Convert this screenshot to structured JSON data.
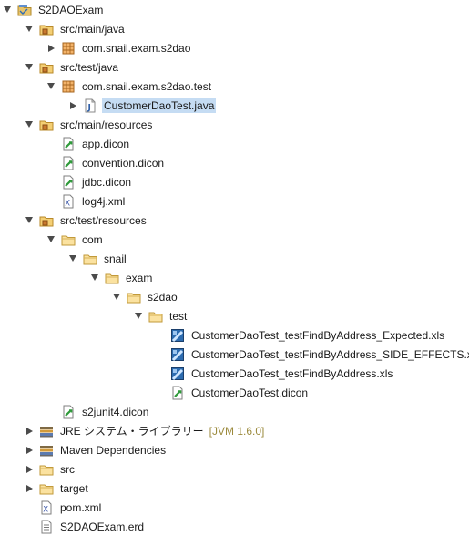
{
  "tree": [
    {
      "label": "S2DAOExam",
      "icon": "project-icon",
      "twisty": "expanded"
    },
    {
      "label": "src/main/java",
      "icon": "source-folder-icon",
      "twisty": "expanded"
    },
    {
      "label": "com.snail.exam.s2dao",
      "icon": "package-icon",
      "twisty": "collapsed"
    },
    {
      "label": "src/test/java",
      "icon": "source-folder-icon",
      "twisty": "expanded"
    },
    {
      "label": "com.snail.exam.s2dao.test",
      "icon": "package-icon",
      "twisty": "expanded"
    },
    {
      "label": "CustomerDaoTest.java",
      "icon": "java-file-icon",
      "twisty": "collapsed",
      "selected": true
    },
    {
      "label": "src/main/resources",
      "icon": "source-folder-icon",
      "twisty": "expanded"
    },
    {
      "label": "app.dicon",
      "icon": "dicon-file-icon",
      "twisty": "none"
    },
    {
      "label": "convention.dicon",
      "icon": "dicon-file-icon",
      "twisty": "none"
    },
    {
      "label": "jdbc.dicon",
      "icon": "dicon-file-icon",
      "twisty": "none"
    },
    {
      "label": "log4j.xml",
      "icon": "xml-file-icon",
      "twisty": "none"
    },
    {
      "label": "src/test/resources",
      "icon": "source-folder-icon",
      "twisty": "expanded"
    },
    {
      "label": "com",
      "icon": "folder-icon",
      "twisty": "expanded"
    },
    {
      "label": "snail",
      "icon": "folder-icon",
      "twisty": "expanded"
    },
    {
      "label": "exam",
      "icon": "folder-icon",
      "twisty": "expanded"
    },
    {
      "label": "s2dao",
      "icon": "folder-icon",
      "twisty": "expanded"
    },
    {
      "label": "test",
      "icon": "folder-icon",
      "twisty": "expanded"
    },
    {
      "label": "CustomerDaoTest_testFindByAddress_Expected.xls",
      "icon": "excel-file-icon",
      "twisty": "none"
    },
    {
      "label": "CustomerDaoTest_testFindByAddress_SIDE_EFFECTS.xls",
      "icon": "excel-file-icon",
      "twisty": "none"
    },
    {
      "label": "CustomerDaoTest_testFindByAddress.xls",
      "icon": "excel-file-icon",
      "twisty": "none"
    },
    {
      "label": "CustomerDaoTest.dicon",
      "icon": "dicon-file-icon",
      "twisty": "none"
    },
    {
      "label": "s2junit4.dicon",
      "icon": "dicon-file-icon",
      "twisty": "none"
    },
    {
      "label": "JRE システム・ライブラリー",
      "suffix": "[JVM 1.6.0]",
      "icon": "library-icon",
      "twisty": "collapsed"
    },
    {
      "label": "Maven Dependencies",
      "icon": "library-icon",
      "twisty": "collapsed"
    },
    {
      "label": "src",
      "icon": "folder-icon",
      "twisty": "collapsed"
    },
    {
      "label": "target",
      "icon": "folder-icon",
      "twisty": "collapsed"
    },
    {
      "label": "pom.xml",
      "icon": "xml-file-icon",
      "twisty": "none"
    },
    {
      "label": "S2DAOExam.erd",
      "icon": "erd-file-icon",
      "twisty": "none"
    }
  ]
}
